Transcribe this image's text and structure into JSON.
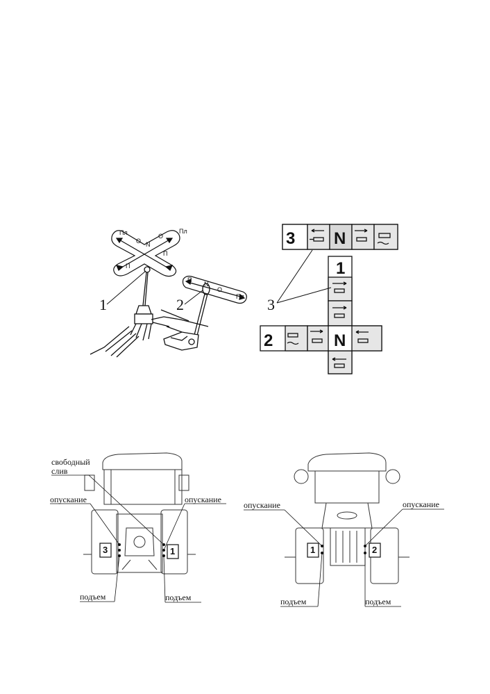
{
  "figure_top_left": {
    "joystick_pattern": {
      "pl_left": "Пл",
      "pl_right": "Пл",
      "o_left": "O",
      "n": "N",
      "o_right": "O",
      "p_left": "П",
      "p_right": "П"
    },
    "lever_pattern": {
      "p": "П",
      "n": "N",
      "o": "O",
      "pl": "Пл"
    },
    "callouts": {
      "one": "1",
      "two": "2"
    }
  },
  "figure_top_right": {
    "callout": "3",
    "panel_3": {
      "number": "3",
      "neutral": "N"
    },
    "panel_1": {
      "number": "1"
    },
    "panel_2": {
      "number": "2",
      "neutral": "N"
    }
  },
  "figure_bottom_left": {
    "free_drain_line1": "свободный",
    "free_drain_line2": "слив",
    "lowering_left": "опускание",
    "lowering_right": "опускание",
    "lifting_left": "подъем",
    "lifting_right": "подъем",
    "tag_left": "3",
    "tag_right": "1"
  },
  "figure_bottom_right": {
    "lowering_left": "опускание",
    "lowering_right": "опускание",
    "lifting_left": "подъем",
    "lifting_right": "подъем",
    "tag_left": "1",
    "tag_right": "2"
  }
}
